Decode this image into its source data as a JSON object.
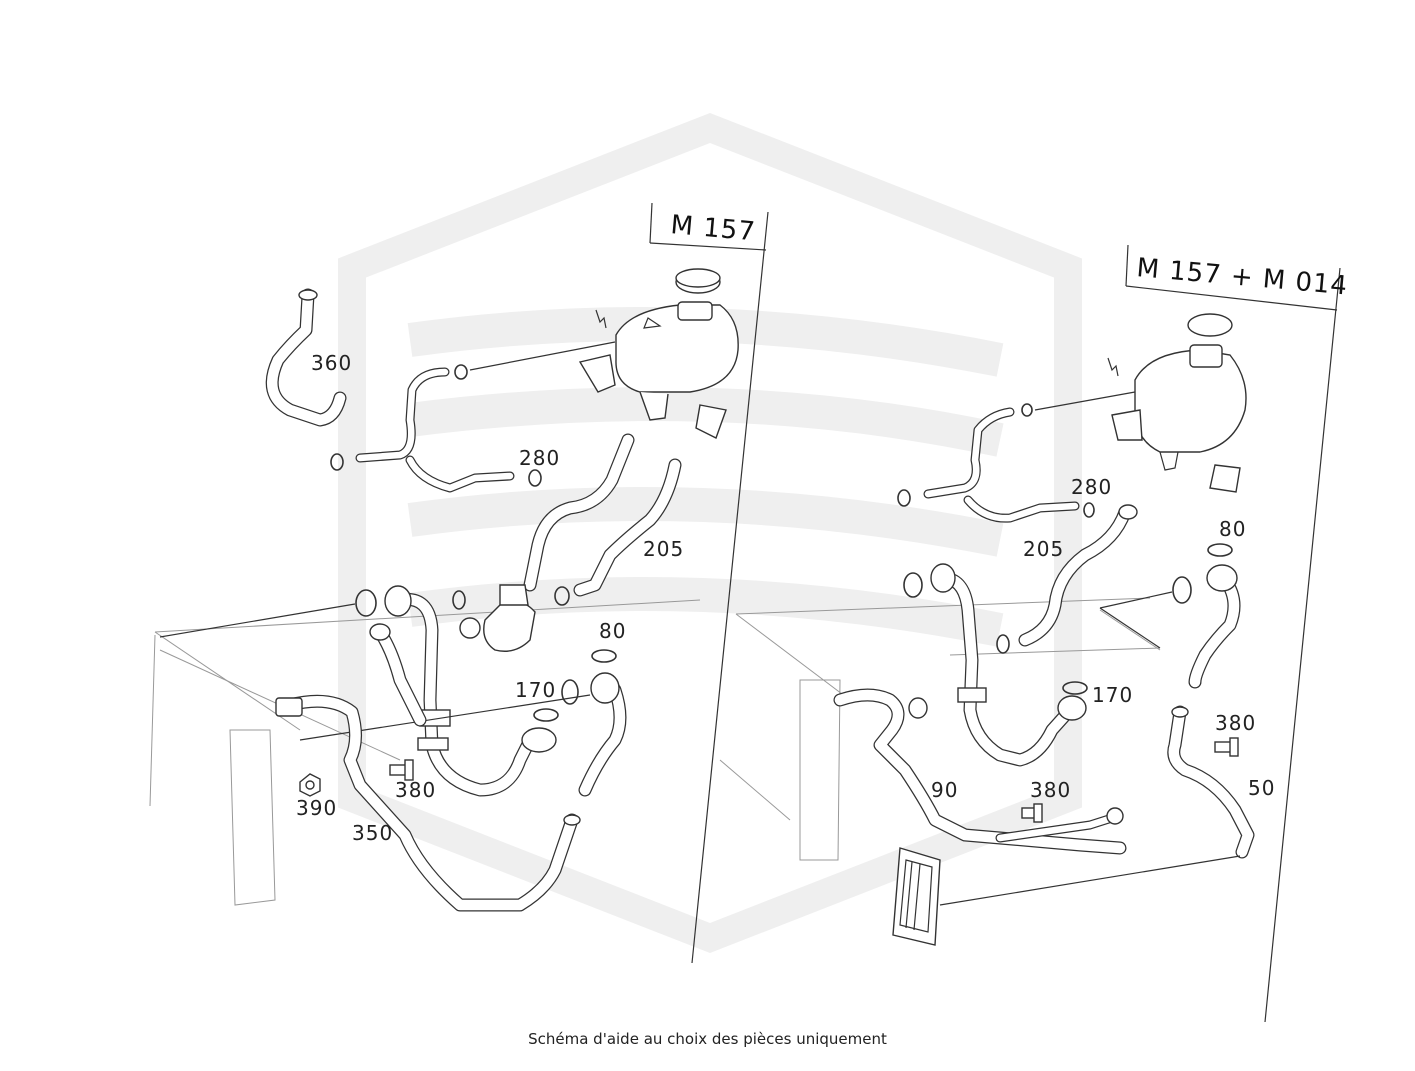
{
  "caption": "Schéma d'aide au choix des pièces uniquement",
  "sections": {
    "left": {
      "engine_label": "M 157"
    },
    "right": {
      "engine_label": "M 157 + M 014"
    }
  },
  "callouts": {
    "left": [
      "360",
      "280",
      "205",
      "80",
      "170",
      "380",
      "390",
      "350"
    ],
    "right": [
      "280",
      "80",
      "205",
      "170",
      "380",
      "90",
      "380",
      "50"
    ]
  },
  "colors": {
    "line": "#333333",
    "watermark": "#eeeeee",
    "background": "#ffffff"
  }
}
